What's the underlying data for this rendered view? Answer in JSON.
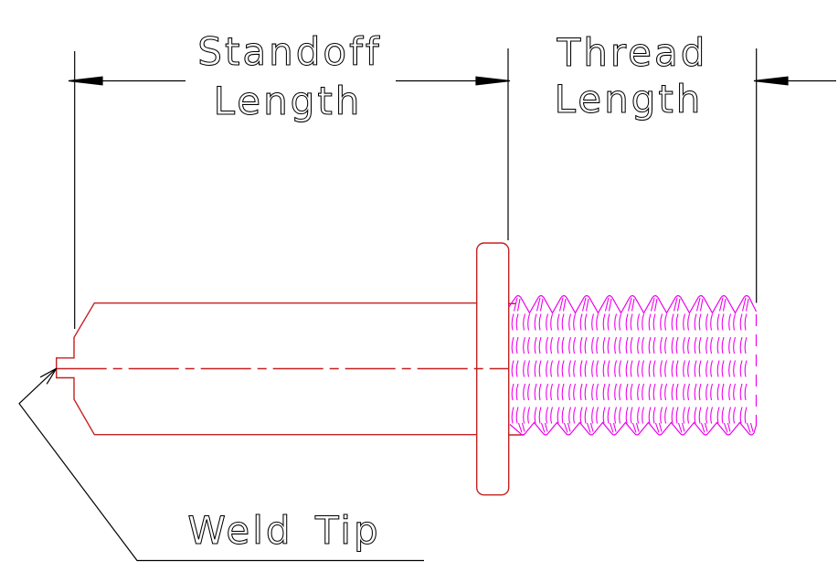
{
  "labels": {
    "standoff_length": {
      "line1": "Standoff",
      "line2": "Length"
    },
    "thread_length": {
      "line1": "Thread",
      "line2": "Length"
    },
    "weld_tip": "Weld Tip"
  },
  "colors": {
    "background": "#ffffff",
    "stud_outline": "#c52020",
    "thread": "#ee00ee",
    "annotation": "#000000"
  }
}
